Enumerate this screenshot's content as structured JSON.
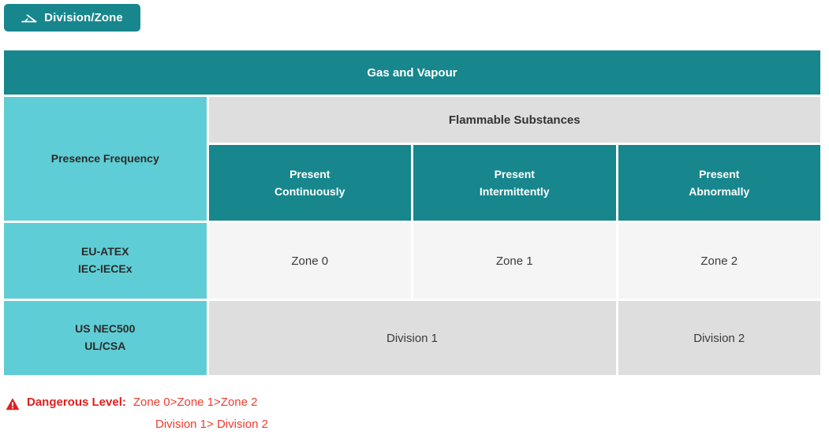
{
  "tab": {
    "label": "Division/Zone",
    "icon": "angle-icon",
    "color": "#17868d"
  },
  "table": {
    "title": "Gas and Vapour",
    "group_header": "Flammable Substances",
    "row_header_label": "Presence Frequency",
    "sub_headers": [
      {
        "line1": "Present",
        "line2": "Continuously"
      },
      {
        "line1": "Present",
        "line2": "Intermittently"
      },
      {
        "line1": "Present",
        "line2": "Abnormally"
      }
    ],
    "rows": [
      {
        "header_line1": "EU-ATEX",
        "header_line2": "IEC-IECEx",
        "cells": [
          "Zone 0",
          "Zone 1",
          "Zone 2"
        ]
      },
      {
        "header_line1": "US NEC500",
        "header_line2": "UL/CSA",
        "cells": [
          "Division 1",
          "Division 2"
        ]
      }
    ],
    "colors": {
      "title_bg": "#17868d",
      "group_bg": "#dedede",
      "row_header_bg": "#5fcdd5",
      "sub_header_bg": "#17868d",
      "zone_cell_bg": "#f5f5f5",
      "division_cell_bg": "#dedede"
    }
  },
  "note": {
    "icon": "warning-triangle-icon",
    "title": "Dangerous Level:",
    "line1": "Zone 0>Zone 1>Zone 2",
    "line2": "Division 1> Division 2",
    "color": "#e02020"
  }
}
